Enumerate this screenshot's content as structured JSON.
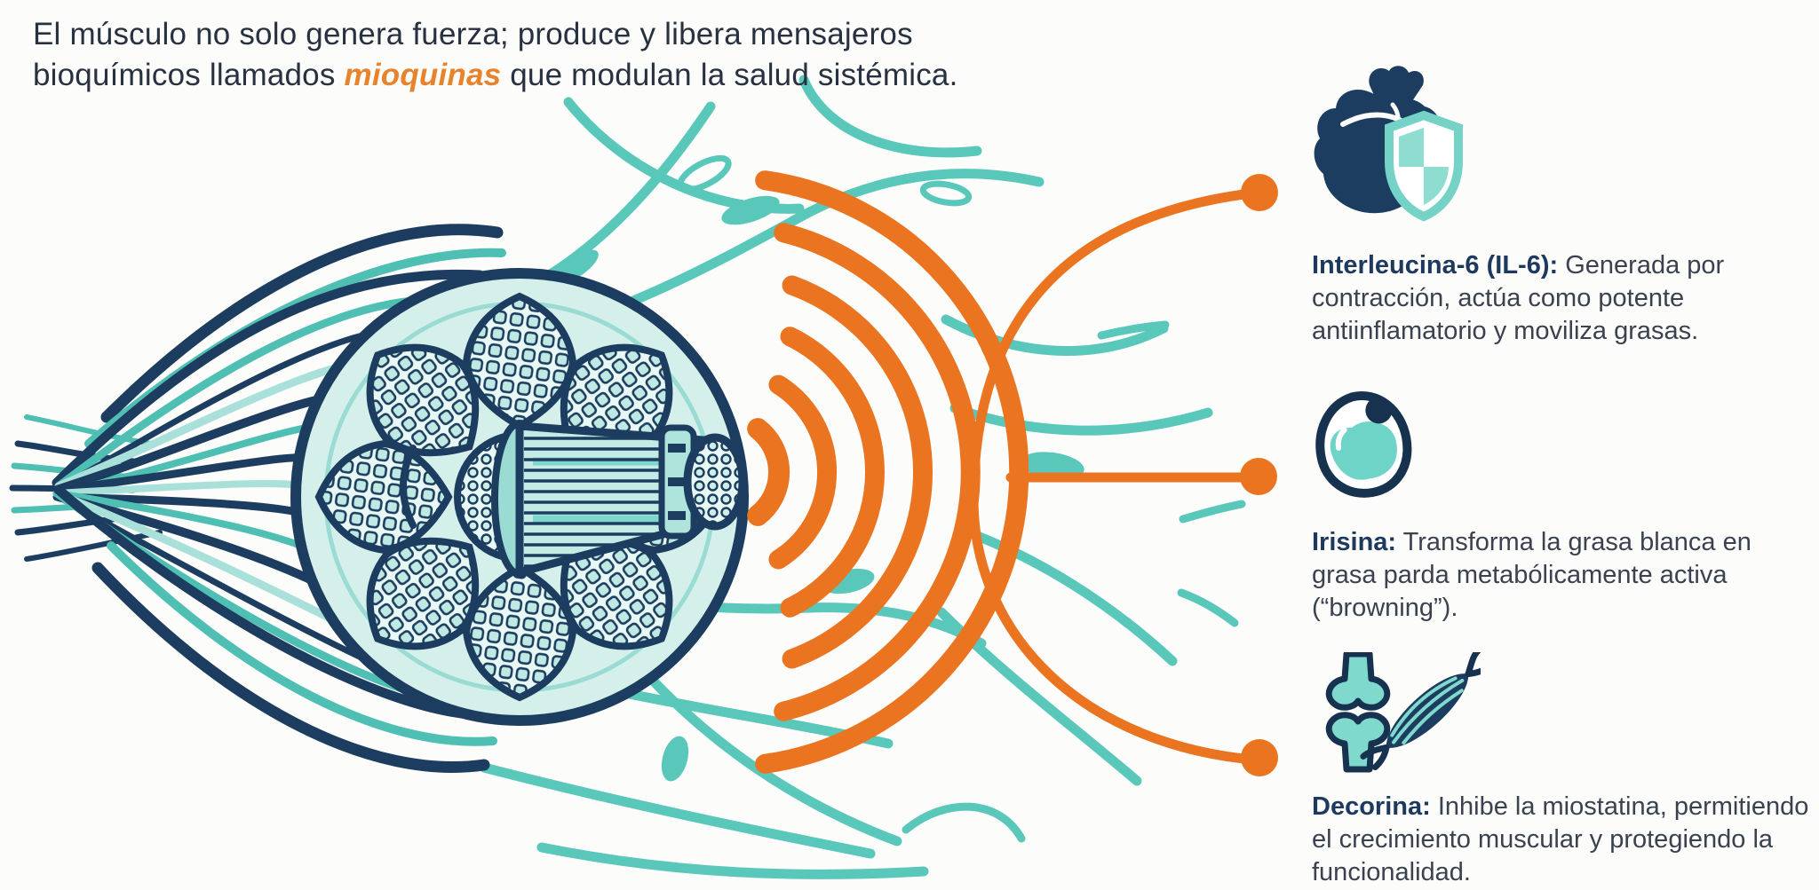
{
  "title": {
    "line1": "El músculo no solo genera fuerza; produce y libera mensajeros",
    "line2_prefix": "bioquímicos llamados",
    "line2_highlight": "mioquinas",
    "line2_suffix": "que modulan la salud sistémica."
  },
  "callouts": [
    {
      "icon": "heart-shield-icon",
      "lead": "Interleucina-6 (IL-6):",
      "body": "Generada por contracción, actúa como potente antiinflamatorio y moviliza grasas."
    },
    {
      "icon": "fat-cell-icon",
      "lead": "Irisina:",
      "body": "Transforma la grasa blanca en grasa parda metabólicamente activa (“browning”)."
    },
    {
      "icon": "bone-joint-muscle-icon",
      "lead": "Decorina:",
      "body": "Inhibe la miostatina, permitiendo el crecimiento muscular y protegiendo la funcionalidad."
    }
  ],
  "colors": {
    "accent_orange": "#EB7420",
    "highlight_orange": "#E8822B",
    "teal": "#56C5B9",
    "navy": "#1C3D5F",
    "mint": "#D5F0EB",
    "text_dark": "#3A4250",
    "lead_navy": "#1D3A5E",
    "background": "#FCFCFB"
  }
}
